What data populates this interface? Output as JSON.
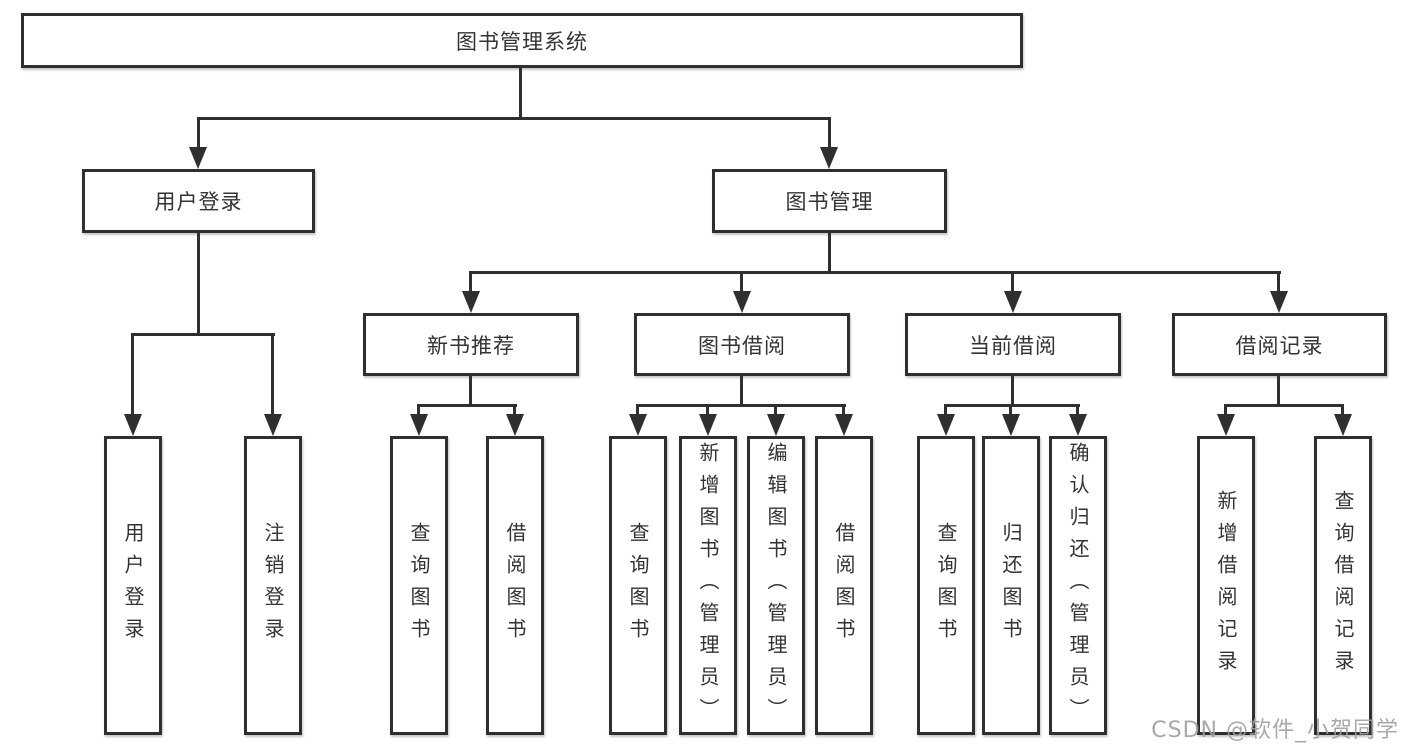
{
  "tree": {
    "label": "图书管理系统",
    "children": [
      {
        "label": "用户登录",
        "children": [
          {
            "label": "用户登录"
          },
          {
            "label": "注销登录"
          }
        ]
      },
      {
        "label": "图书管理",
        "children": [
          {
            "label": "新书推荐",
            "children": [
              {
                "label": "查询图书"
              },
              {
                "label": "借阅图书"
              }
            ]
          },
          {
            "label": "图书借阅",
            "children": [
              {
                "label": "查询图书"
              },
              {
                "label": "新增图书（管理员）"
              },
              {
                "label": "编辑图书（管理员）"
              },
              {
                "label": "借阅图书"
              }
            ]
          },
          {
            "label": "当前借阅",
            "children": [
              {
                "label": "查询图书"
              },
              {
                "label": "归还图书"
              },
              {
                "label": "确认归还（管理员）"
              }
            ]
          },
          {
            "label": "借阅记录",
            "children": [
              {
                "label": "新增借阅记录"
              },
              {
                "label": "查询借阅记录"
              }
            ]
          }
        ]
      }
    ]
  },
  "watermark": {
    "text": "CSDN @软件_小贺同学"
  },
  "colors": {
    "line": "#2f2f2f",
    "text": "#333333",
    "watermark": "#9f9f9f"
  }
}
